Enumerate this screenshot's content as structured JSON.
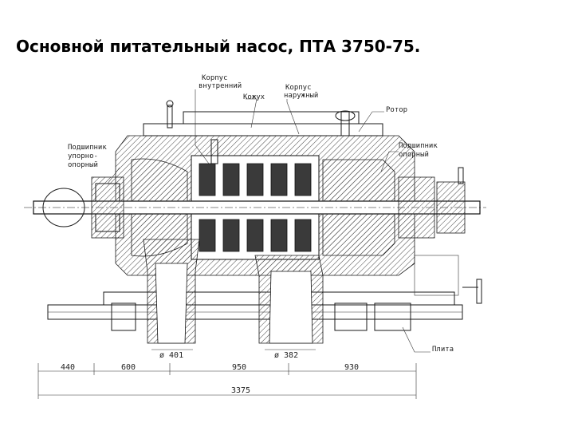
{
  "title": "Основной питательный  насос, ПТА 3750-75.",
  "labels": {
    "inner_casing": [
      "Корпус",
      "внутренний"
    ],
    "outer_casing": [
      "Корпус",
      "наружный"
    ],
    "shroud": "Кожух",
    "rotor": "Ротор",
    "thrust_bearing": [
      "Подшипник",
      "упорно-",
      "опорный"
    ],
    "journal_bearing": [
      "Подшипник",
      "опорный"
    ],
    "baseplate": "Плита"
  },
  "dimensions": {
    "d_suction": "ø 401",
    "d_discharge": "ø 382",
    "seg1": "440",
    "seg2": "600",
    "seg3": "950",
    "seg4": "930",
    "total": "3375"
  }
}
